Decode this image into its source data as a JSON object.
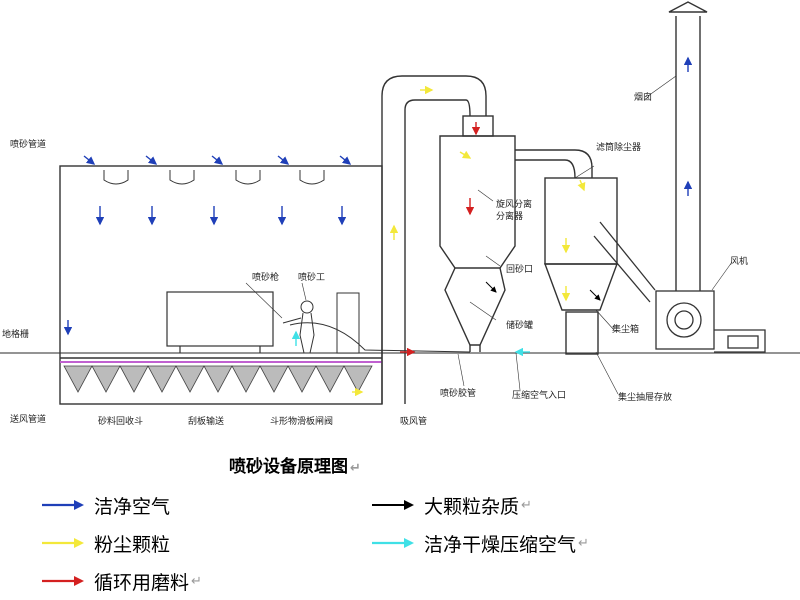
{
  "labels": {
    "nozzle_pipe": "喷砂管道",
    "floor_grille": "地格栅",
    "air_duct_left": "送风管道",
    "hopper_recovery": "砂料回收斗",
    "belt_conveyor": "刮板输送",
    "slide_valve": "斗形物滑板闸阀",
    "operator": "喷砂工",
    "sand_gun": "喷砂枪",
    "cyclone_left": "旋风分离",
    "cyclone_sub": "分离器",
    "cyclone_outlet": "回砂口",
    "sand_tank": "储砂罐",
    "suction_duct": "吸风管",
    "sand_pipe": "喷砂胶管",
    "compressed_in": "压缩空气入口",
    "dust_filter": "滤筒除尘器",
    "dust_box": "集尘箱",
    "dust_bin": "集尘抽屉存放",
    "fan": "风机",
    "chimney": "烟囱"
  },
  "title": "喷砂设备原理图",
  "legend": [
    {
      "color": "#1f3fb8",
      "text": "洁净空气"
    },
    {
      "color": "#f3e83a",
      "text": "粉尘颗粒"
    },
    {
      "color": "#d42020",
      "text": "循环用磨料"
    },
    {
      "color": "#000000",
      "text": "大颗粒杂质"
    },
    {
      "color": "#3fe0e6",
      "text": "洁净干燥压缩空气"
    }
  ],
  "colors": {
    "clean_air": "#1f3fb8",
    "dust": "#f3e83a",
    "abrasive": "#d42020",
    "impurity": "#000000",
    "compressed_air": "#3fe0e6",
    "floor_purple": "#c060d0"
  }
}
